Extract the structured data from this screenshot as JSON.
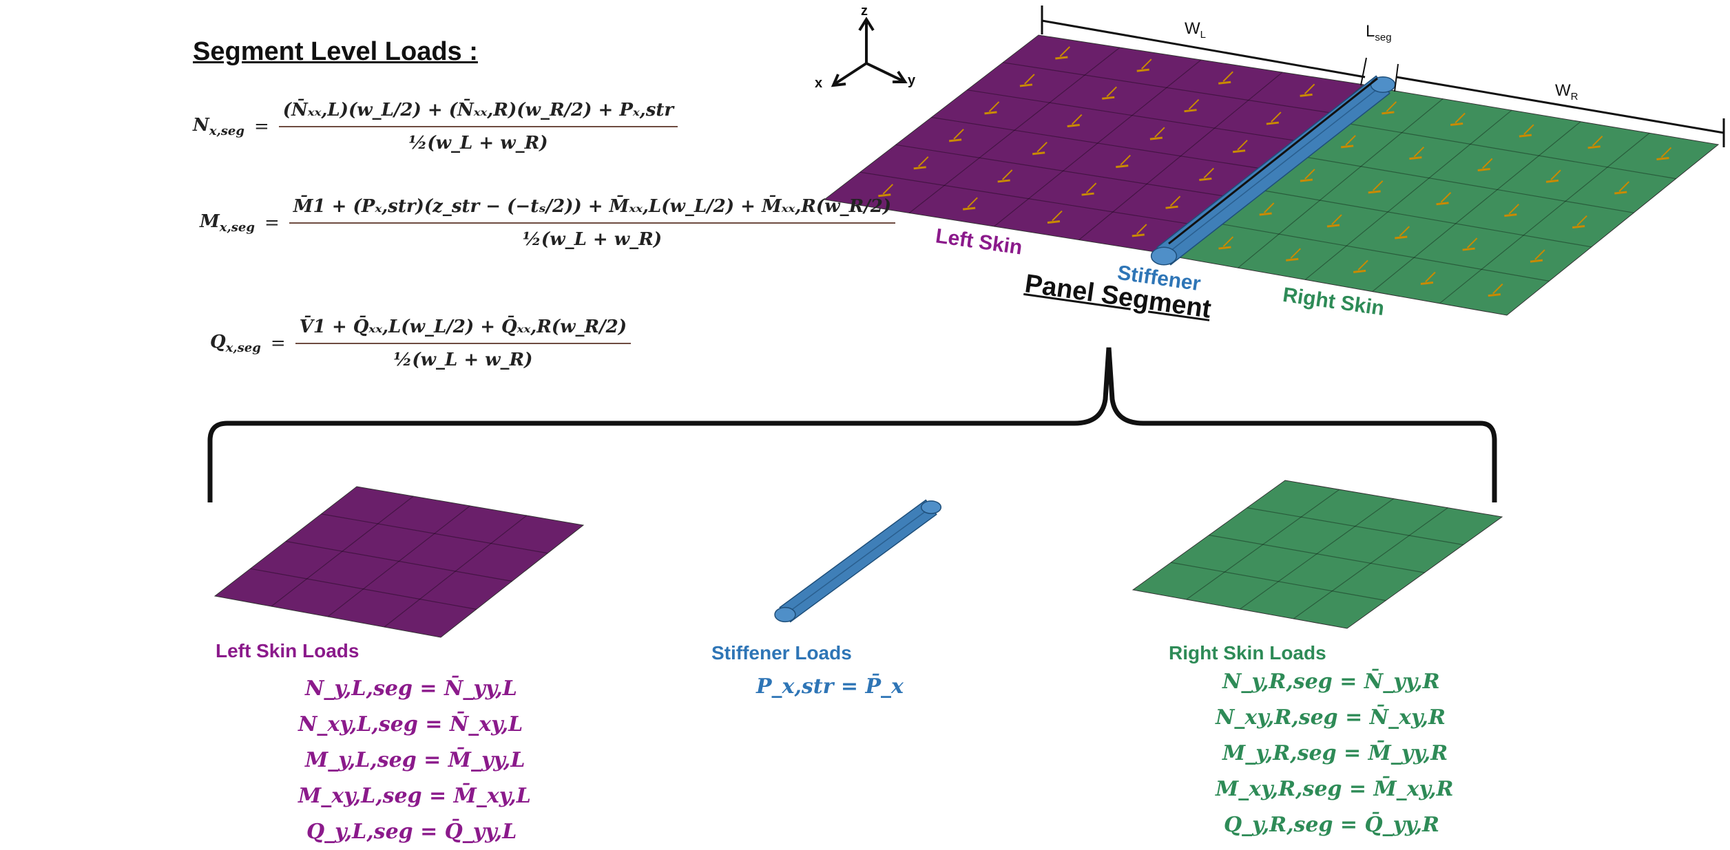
{
  "title": "Segment Level Loads :",
  "equations": {
    "nx": {
      "lhs": "N",
      "lhs_sub": "x,seg",
      "num": "(N̄ₓₓ,L)(w_L/2) + (N̄ₓₓ,R)(w_R/2) + Pₓ,str",
      "den": "½(w_L + w_R)"
    },
    "mx": {
      "lhs": "M",
      "lhs_sub": "x,seg",
      "num": "M̄1 + (Pₓ,str)(z_str − (−tₛ/2)) + M̄ₓₓ,L(w_L/2) + M̄ₓₓ,R(w_R/2)",
      "den": "½(w_L + w_R)"
    },
    "qx": {
      "lhs": "Q",
      "lhs_sub": "x,seg",
      "num": "V̄1 + Q̄ₓₓ,L(w_L/2) + Q̄ₓₓ,R(w_R/2)",
      "den": "½(w_L + w_R)"
    }
  },
  "diagram": {
    "axes": {
      "z": "z",
      "x": "x",
      "y": "y"
    },
    "dims": {
      "wl": "W",
      "wl_sub": "L",
      "lseg": "L",
      "lseg_sub": "seg",
      "wr": "W",
      "wr_sub": "R"
    },
    "labels": {
      "left_skin": "Left Skin",
      "stiffener": "Stiffener",
      "right_skin": "Right Skin",
      "panel_segment": "Panel Segment"
    }
  },
  "left_loads": {
    "title": "Left Skin Loads",
    "eqs": [
      "N_y,L,seg = N̄_yy,L",
      "N_xy,L,seg = N̄_xy,L",
      "M_y,L,seg = M̄_yy,L",
      "M_xy,L,seg = M̄_xy,L",
      "Q_y,L,seg = Q̄_yy,L"
    ]
  },
  "stiffener_loads": {
    "title": "Stiffener Loads",
    "eqs": [
      "P_x,str = P̄_x"
    ]
  },
  "right_loads": {
    "title": "Right Skin Loads",
    "eqs": [
      "N_y,R,seg = N̄_yy,R",
      "N_xy,R,seg = N̄_xy,R",
      "M_y,R,seg = M̄_yy,R",
      "M_xy,R,seg = M̄_xy,R",
      "Q_y,R,seg = Q̄_yy,R"
    ]
  },
  "colors": {
    "purple": "#6a1f6a",
    "green": "#3f8f5c",
    "blue": "#3f7fb8",
    "text_purple": "#8b1a8b",
    "text_blue": "#2e75b6",
    "text_green": "#2e8b57"
  }
}
